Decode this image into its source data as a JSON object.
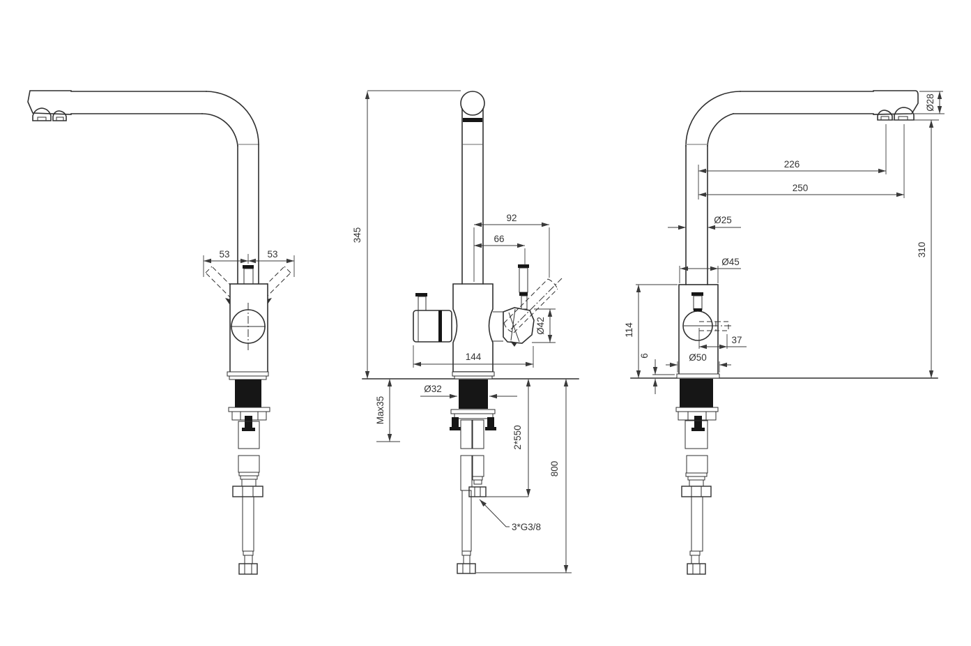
{
  "drawing": {
    "background": "#ffffff",
    "line_color": "#2f2f2f",
    "dim_color": "#3a3a3a",
    "text_color": "#333333",
    "joint_line_color": "#9b9b9b"
  },
  "views": {
    "left_view": {
      "dims": {
        "handle_swing_left": "53",
        "handle_swing_right": "53"
      }
    },
    "front_view": {
      "dims": {
        "height_to_spout": "345",
        "spout_offset_outer": "92",
        "spout_offset_inner": "66",
        "handle_diameter": "Ø42",
        "body_width": "144",
        "shank_diameter": "Ø32",
        "max_counter_thickness": "Max35",
        "hose_length": "2*550",
        "hose_overall_length": "800"
      },
      "note": {
        "thread": "3*G3/8"
      }
    },
    "side_view": {
      "dims": {
        "spout_tube_diameter": "Ø28",
        "reach_near_outlet": "226",
        "reach_far_outlet": "250",
        "column_diameter": "Ø25",
        "body_diameter": "Ø45",
        "spout_height": "310",
        "body_height": "114",
        "lever_offset": "37",
        "base_plate_height": "6",
        "base_diameter": "Ø50"
      }
    }
  }
}
